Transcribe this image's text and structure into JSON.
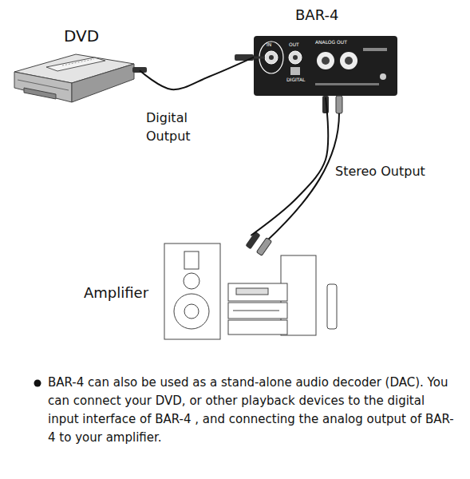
{
  "diagram": {
    "nodes": [
      {
        "text": [
          "DVD"
        ]
      },
      {
        "text": [
          "BAR-4"
        ]
      },
      {
        "text": [
          "Amplifier"
        ]
      }
    ],
    "edges": [
      {
        "from": 0,
        "to": 1,
        "arrow": "none",
        "label": "Digital Output"
      },
      {
        "from": 1,
        "to": 2,
        "arrow": "none",
        "label": "Stereo Output"
      }
    ],
    "labels": [
      "IN",
      "OUT",
      "DIGITAL",
      "ANALOG OUT",
      "BAR-4 can also be used as a stand-alone audio decoder (DAC). You can connect your DVD, or other playback devices to the digital input interface of BAR-4 , and connecting the analog output of BAR-4 to your amplifier."
    ]
  }
}
